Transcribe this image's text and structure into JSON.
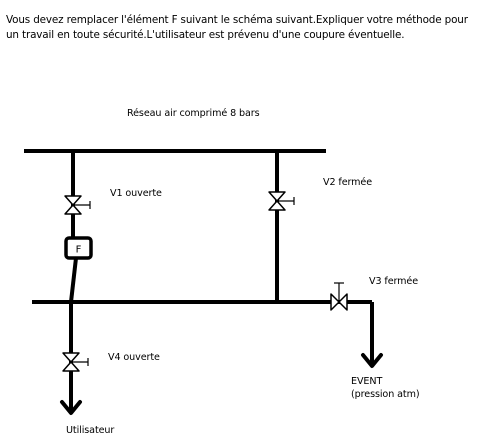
{
  "instruction": "Vous devez remplacer l'élément F suivant le schéma suivant.Expliquer votre méthode pour un travail en toute sécurité.L'utilisateur est prévenu d'une coupure éventuelle.",
  "network_title": "Réseau air comprimé 8 bars",
  "element_f": "F",
  "valves": {
    "v1": "V1 ouverte",
    "v2": "V2 fermée",
    "v3": "V3 fermée",
    "v4": "V4 ouverte"
  },
  "outputs": {
    "event_line1": "EVENT",
    "event_line2": "(pression atm)",
    "user": "Utilisateur"
  }
}
